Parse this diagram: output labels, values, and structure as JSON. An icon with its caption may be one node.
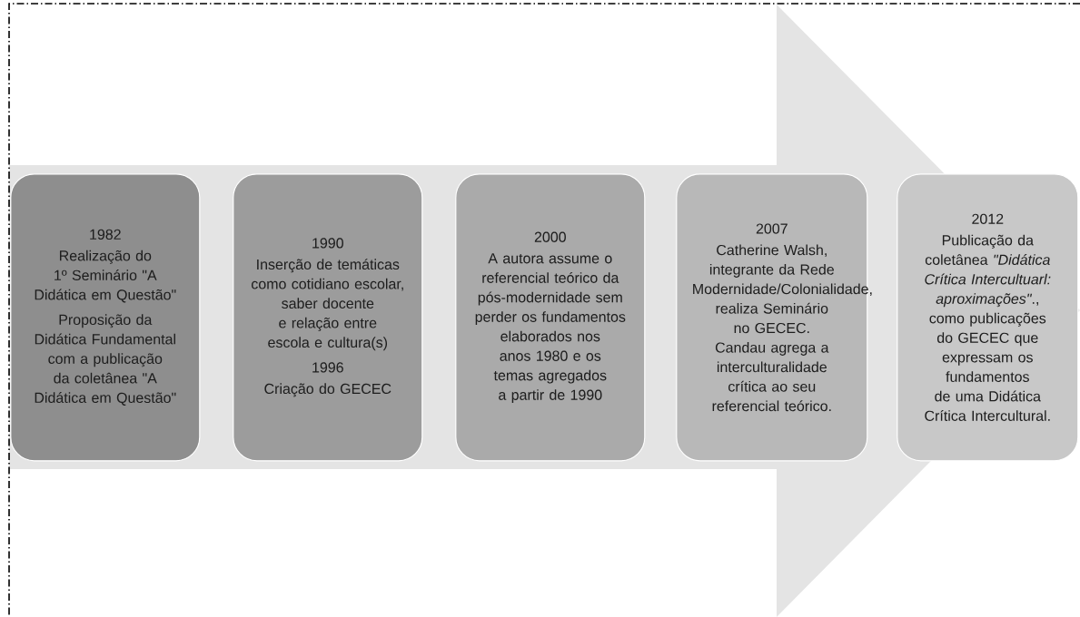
{
  "diagram": {
    "nodes": [
      {
        "text": [],
        "shape": "arrow"
      },
      {
        "text": [
          "1982",
          "Realização do 1º Seminário \"A Didática em Questão\"",
          "Proposição da Didática Fundamental com a publicação da coletânea \"A Didática em Questão\""
        ],
        "in": 0
      },
      {
        "text": [
          "1990",
          "Inserção de temáticas como cotidiano escolar, saber docente e relação entre escola e cultura(s)",
          "1996",
          "Criação do GECEC"
        ],
        "in": 0
      },
      {
        "text": [
          "2000",
          "A autora assume o referencial teórico da pós-modernidade sem perder os fundamentos elaborados nos anos 1980 e os temas agregados a partir de 1990"
        ],
        "in": 0
      },
      {
        "text": [
          "2007",
          "Catherine Walsh, integrante da Rede Modernidade/Colonialidade, realiza Seminário no GECEC. Candau agrega a interculturalidade crítica ao seu referencial teórico."
        ],
        "in": 0
      },
      {
        "text": [
          "2012",
          "Publicação da coletânea *\"Didática Crítica Intercultuarl: aproximações\"*., como publicações do GECEC que expressam os fundamentos de uma Didática Crítica Intercultural."
        ],
        "in": 0
      }
    ]
  }
}
